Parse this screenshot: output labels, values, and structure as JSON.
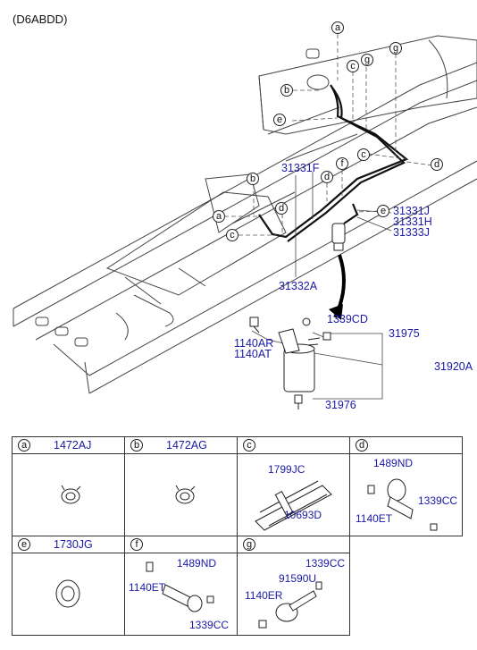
{
  "header": {
    "model_code": "(D6ABDD)"
  },
  "main_callouts": [
    "a",
    "b",
    "c",
    "d",
    "e",
    "f",
    "g"
  ],
  "main_parts": {
    "p31331F": "31331F",
    "p31331J": "31331J",
    "p31331H": "31331H",
    "p31333J": "31333J",
    "p31332A": "31332A",
    "p1339CD": "1339CD",
    "p1140AR": "1140AR",
    "p1140AT": "1140AT",
    "p31975": "31975",
    "p31920A": "31920A",
    "p31976": "31976"
  },
  "table": {
    "cells": [
      {
        "letter": "a",
        "code": "1472AJ",
        "labels": []
      },
      {
        "letter": "b",
        "code": "1472AG",
        "labels": []
      },
      {
        "letter": "c",
        "code": "",
        "labels": [
          "1799JC",
          "10693D"
        ]
      },
      {
        "letter": "d",
        "code": "",
        "labels": [
          "1489ND",
          "1339CC",
          "1140ET"
        ]
      },
      {
        "letter": "e",
        "code": "1730JG",
        "labels": []
      },
      {
        "letter": "f",
        "code": "",
        "labels": [
          "1489ND",
          "1140ET",
          "1339CC"
        ]
      },
      {
        "letter": "g",
        "code": "",
        "labels": [
          "1339CC",
          "91590U",
          "1140ER"
        ]
      }
    ]
  }
}
